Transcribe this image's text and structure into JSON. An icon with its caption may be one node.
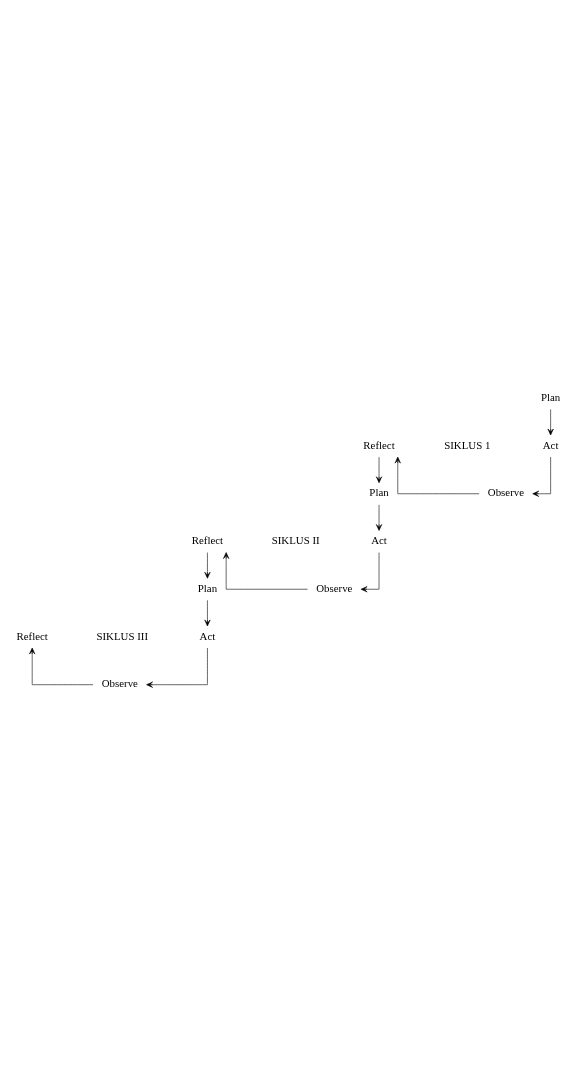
{
  "diagram": {
    "nodes": [
      {
        "text": [
          "Plan"
        ]
      },
      {
        "text": [
          "Act"
        ]
      },
      {
        "text": [
          "Observe"
        ]
      },
      {
        "text": [
          "Reflect"
        ]
      },
      {
        "text": [
          "Plan"
        ]
      },
      {
        "text": [
          "Act"
        ]
      },
      {
        "text": [
          "Observe"
        ]
      },
      {
        "text": [
          "Reflect"
        ]
      },
      {
        "text": [
          "Plan"
        ]
      },
      {
        "text": [
          "Act"
        ]
      },
      {
        "text": [
          "Observe"
        ]
      },
      {
        "text": [
          "Reflect"
        ]
      }
    ],
    "edges": [
      {
        "from": 0,
        "to": 1,
        "arrow": "to"
      },
      {
        "from": 1,
        "to": 2,
        "arrow": "to"
      },
      {
        "from": 2,
        "to": 3,
        "arrow": "to"
      },
      {
        "from": 3,
        "to": 4,
        "arrow": "to"
      },
      {
        "from": 4,
        "to": 5,
        "arrow": "to"
      },
      {
        "from": 5,
        "to": 6,
        "arrow": "to"
      },
      {
        "from": 6,
        "to": 7,
        "arrow": "to"
      },
      {
        "from": 7,
        "to": 8,
        "arrow": "to"
      },
      {
        "from": 8,
        "to": 9,
        "arrow": "to"
      },
      {
        "from": 9,
        "to": 10,
        "arrow": "to"
      },
      {
        "from": 10,
        "to": 11,
        "arrow": "to"
      }
    ],
    "labels": [
      "SIKLUS 1",
      "SIKLUS II",
      "SIKLUS III"
    ]
  }
}
